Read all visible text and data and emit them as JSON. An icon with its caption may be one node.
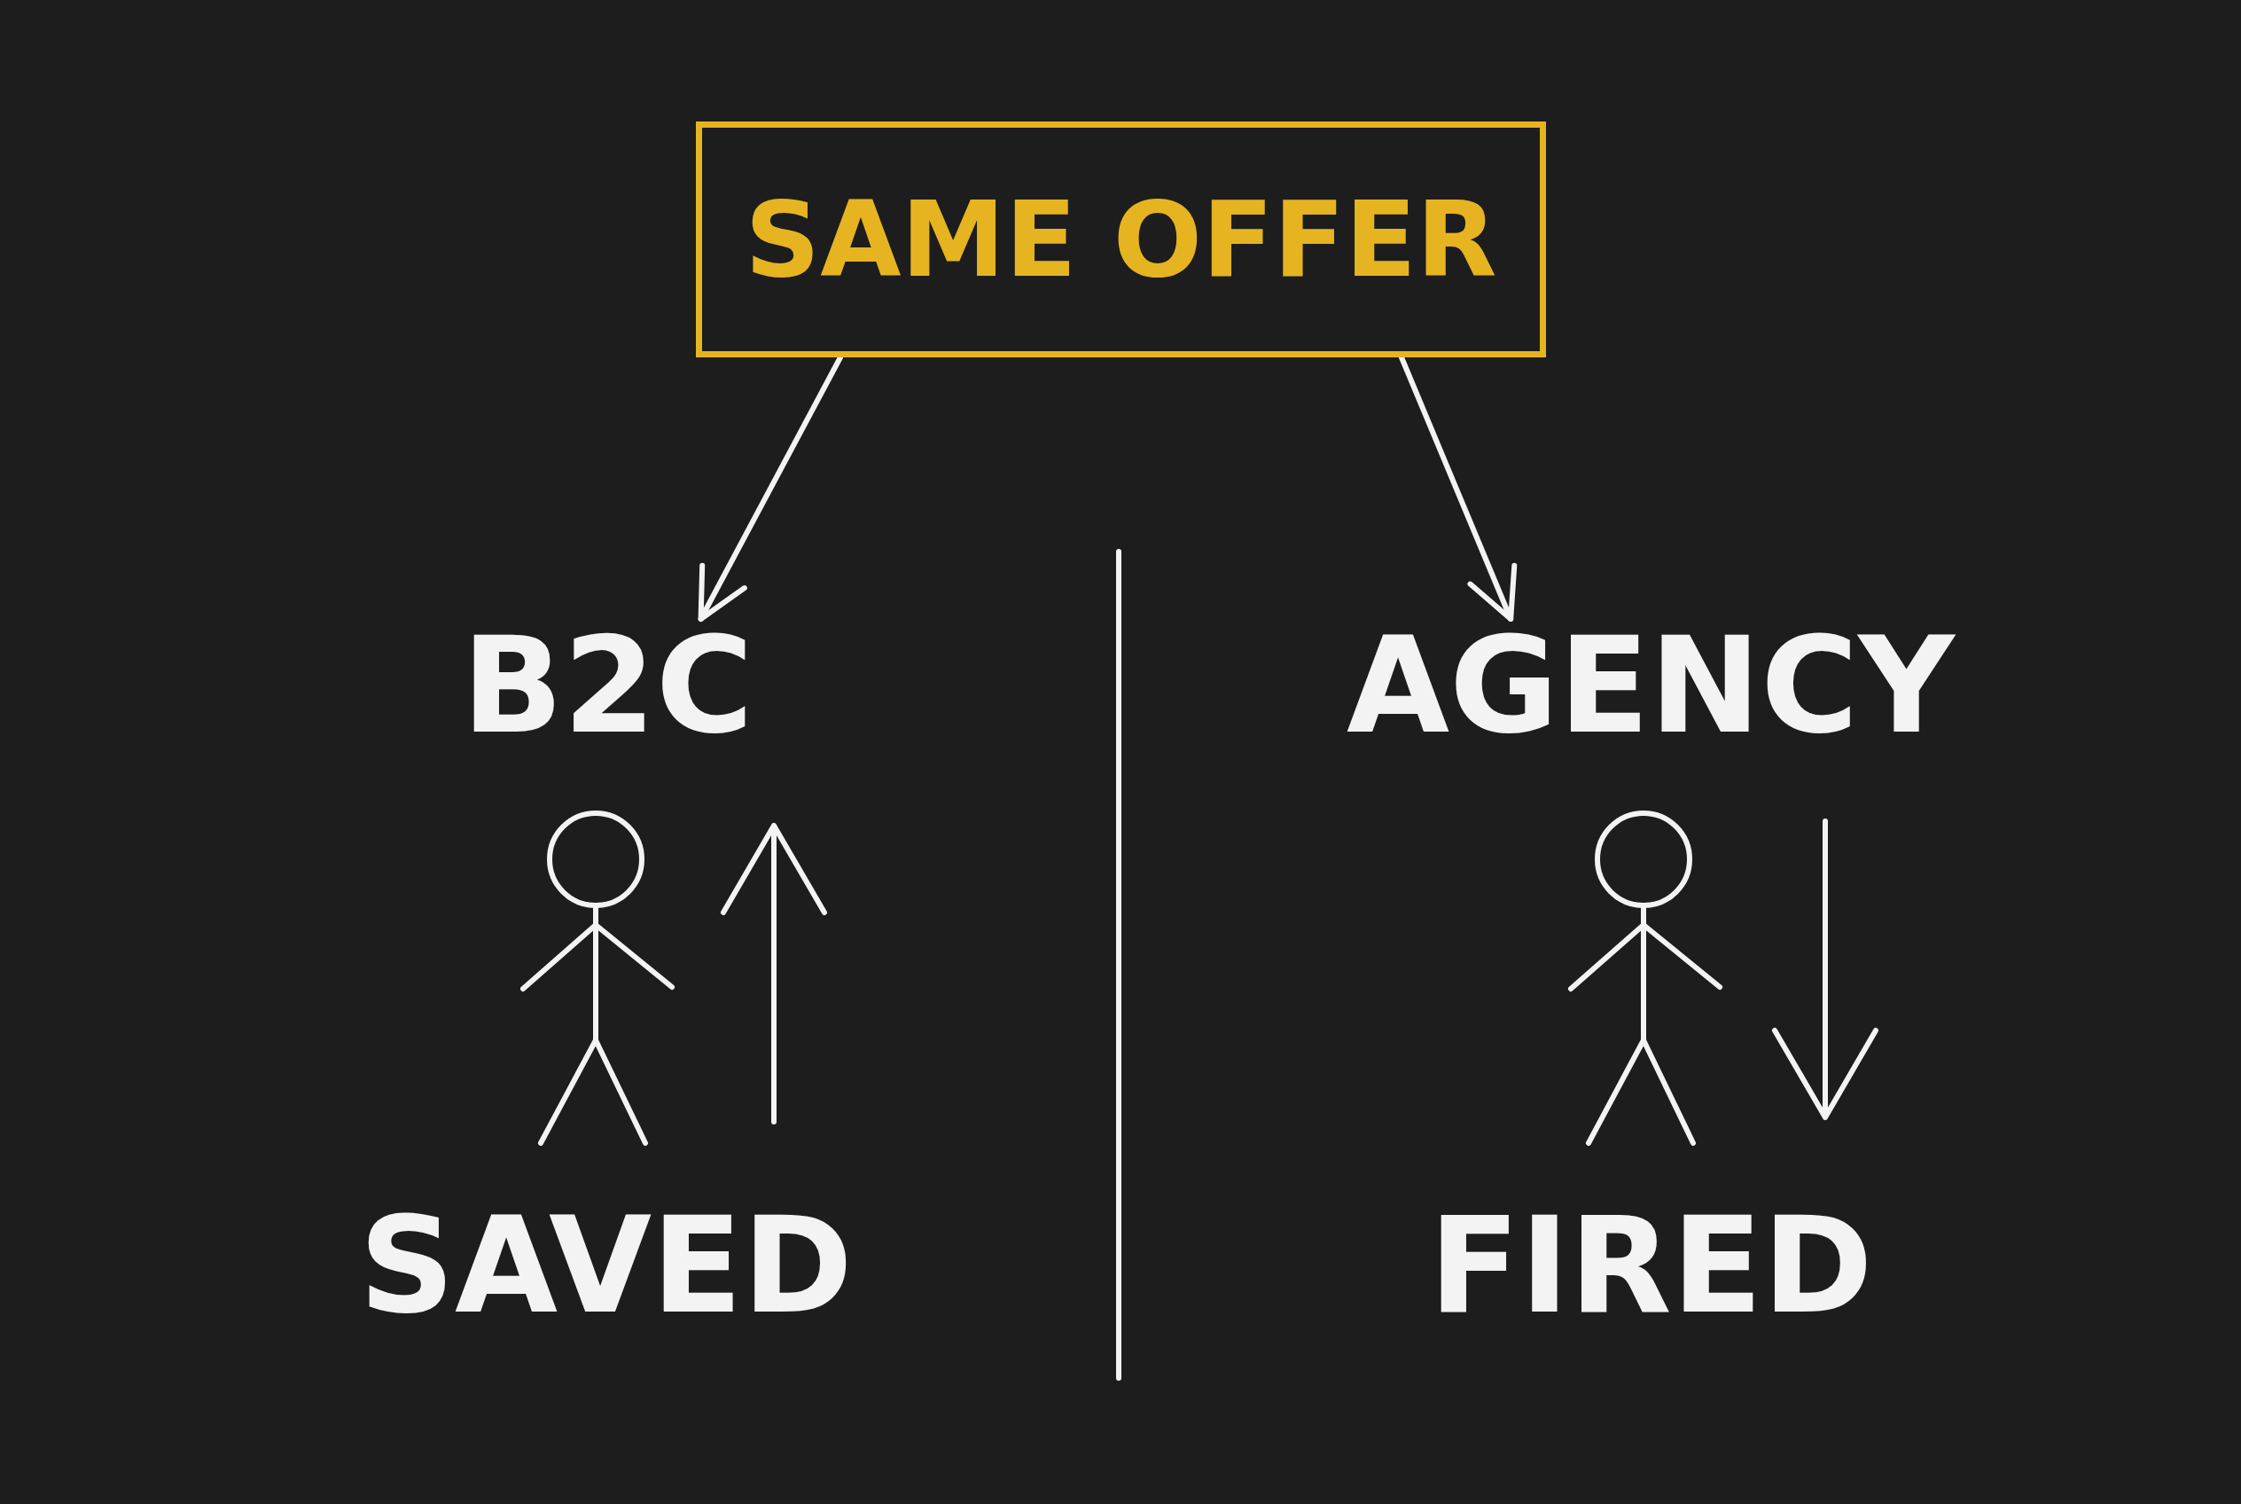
{
  "diagram": {
    "nodes": [
      {
        "text": [
          "SAME OFFER"
        ]
      },
      {
        "text": [
          "B2C"
        ]
      },
      {
        "text": [
          "AGENCY"
        ]
      }
    ],
    "edges": [
      {
        "from": 0,
        "to": 1,
        "arrow": "to"
      },
      {
        "from": 0,
        "to": 2,
        "arrow": "to"
      }
    ],
    "labels": [
      "SAVED",
      "FIRED"
    ]
  }
}
